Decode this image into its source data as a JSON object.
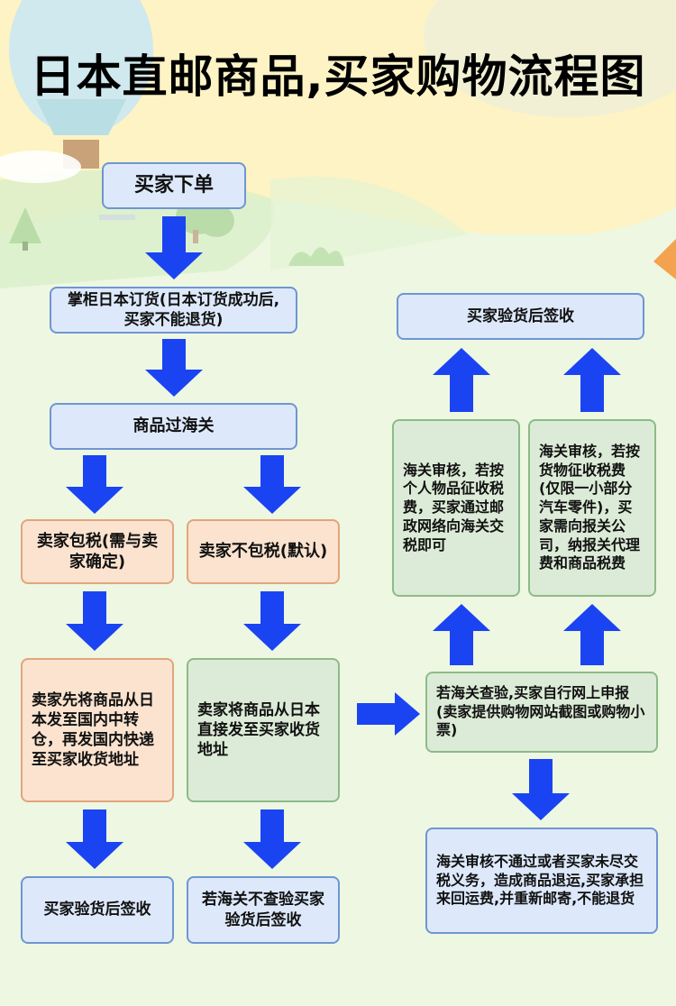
{
  "title": "日本直邮商品,买家购物流程图",
  "colors": {
    "arrow": "#1a44f2",
    "box_blue": "#dde9fb",
    "box_orange": "#fbe3cf",
    "box_green": "#dcebd7",
    "sky": "#fdf3c4",
    "meadow": "#eef7e2"
  },
  "nodes": {
    "buyer_order": "买家下单",
    "shop_order": "掌柜日本订货(日本订货成功后,买家不能退货)",
    "customs": "商品过海关",
    "seller_tax": "卖家包税(需与卖家确定)",
    "seller_no_tax": "卖家不包税(默认)",
    "seller_transfer": "卖家先将商品从日本发至国内中转仓，再发国内快递至买家收货地址",
    "seller_direct": "卖家将商品从日本直接发至买家收货地址",
    "sign_left": "买家验货后签收",
    "sign_no_inspect": "若海关不查验买家验货后签收",
    "inspect_declare": "若海关查验,买家自行网上申报(卖家提供购物网站截图或购物小票)",
    "personal_tax": "海关审核，若按个人物品征收税费，买家通过邮政网络向海关交税即可",
    "goods_tax": "海关审核，若按货物征收税费(仅限一小部分汽车零件)，买家需向报关公司，纳报关代理费和商品税费",
    "sign_right": "买家验货后签收",
    "fail_return": "海关审核不通过或者买家未尽交税义务，造成商品退运,买家承担来回运费,并重新邮寄,不能退货"
  }
}
